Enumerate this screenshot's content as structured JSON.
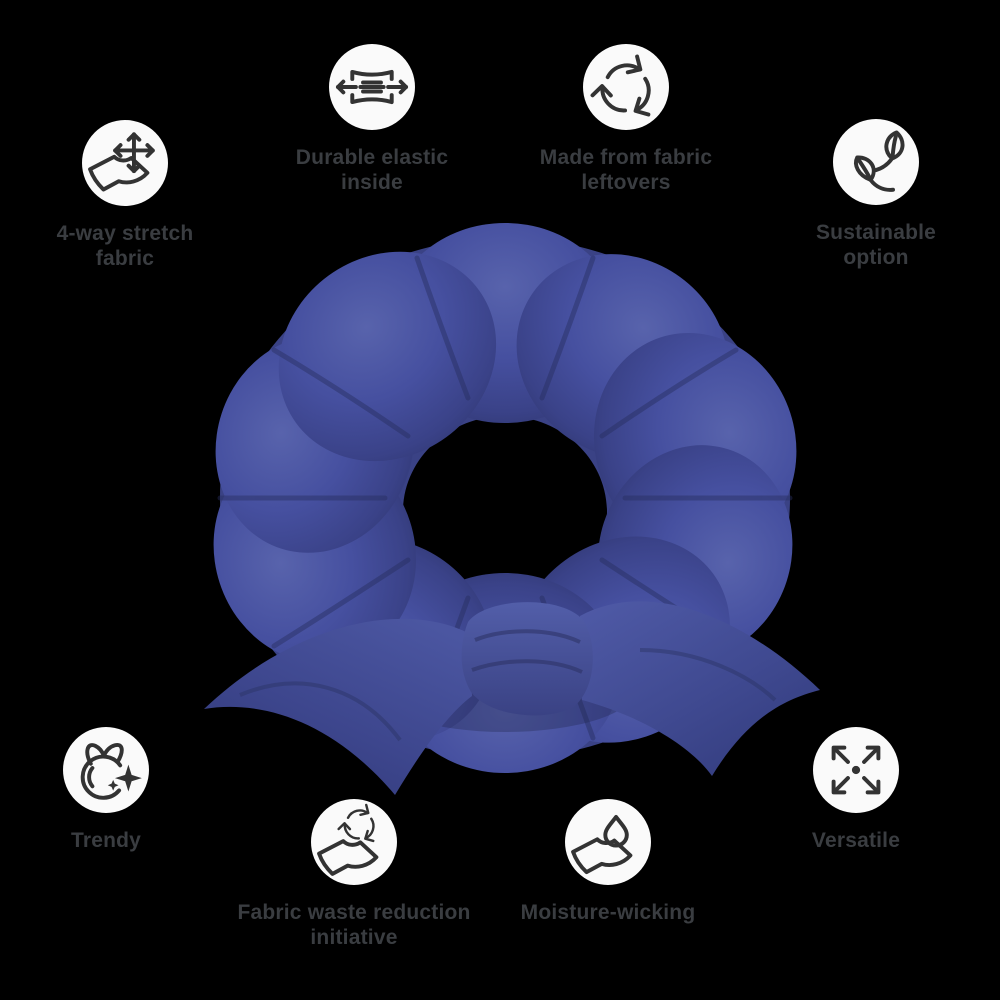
{
  "type": "product-feature-infographic",
  "product": {
    "name": "scrunchie",
    "fabric_color": "#434e97",
    "fabric_highlight": "#5863ac",
    "fabric_shadow": "#2f366f"
  },
  "style": {
    "background_color": "#000000",
    "icon_circle_color": "#fafafa",
    "icon_stroke_color": "#333333",
    "label_color": "#3a3d41"
  },
  "features": [
    {
      "id": "four-way-stretch",
      "icon": "stretch-arrows-fabric-icon",
      "lines": [
        "4-way stretch",
        "fabric"
      ]
    },
    {
      "id": "durable-elastic",
      "icon": "elastic-band-icon",
      "lines": [
        "Durable elastic",
        "inside"
      ]
    },
    {
      "id": "fabric-leftovers",
      "icon": "recycle-arrows-icon",
      "lines": [
        "Made from fabric",
        "leftovers"
      ]
    },
    {
      "id": "sustainable",
      "icon": "leaves-icon",
      "lines": [
        "Sustainable",
        "option"
      ]
    },
    {
      "id": "trendy",
      "icon": "scrunchie-sparkle-icon",
      "lines": [
        "Trendy"
      ]
    },
    {
      "id": "waste-reduction",
      "icon": "fabric-recycle-icon",
      "lines": [
        "Fabric waste reduction",
        "initiative"
      ]
    },
    {
      "id": "moisture-wicking",
      "icon": "fabric-droplet-icon",
      "lines": [
        "Moisture-wicking"
      ]
    },
    {
      "id": "versatile",
      "icon": "expand-arrows-icon",
      "lines": [
        "Versatile"
      ]
    }
  ]
}
